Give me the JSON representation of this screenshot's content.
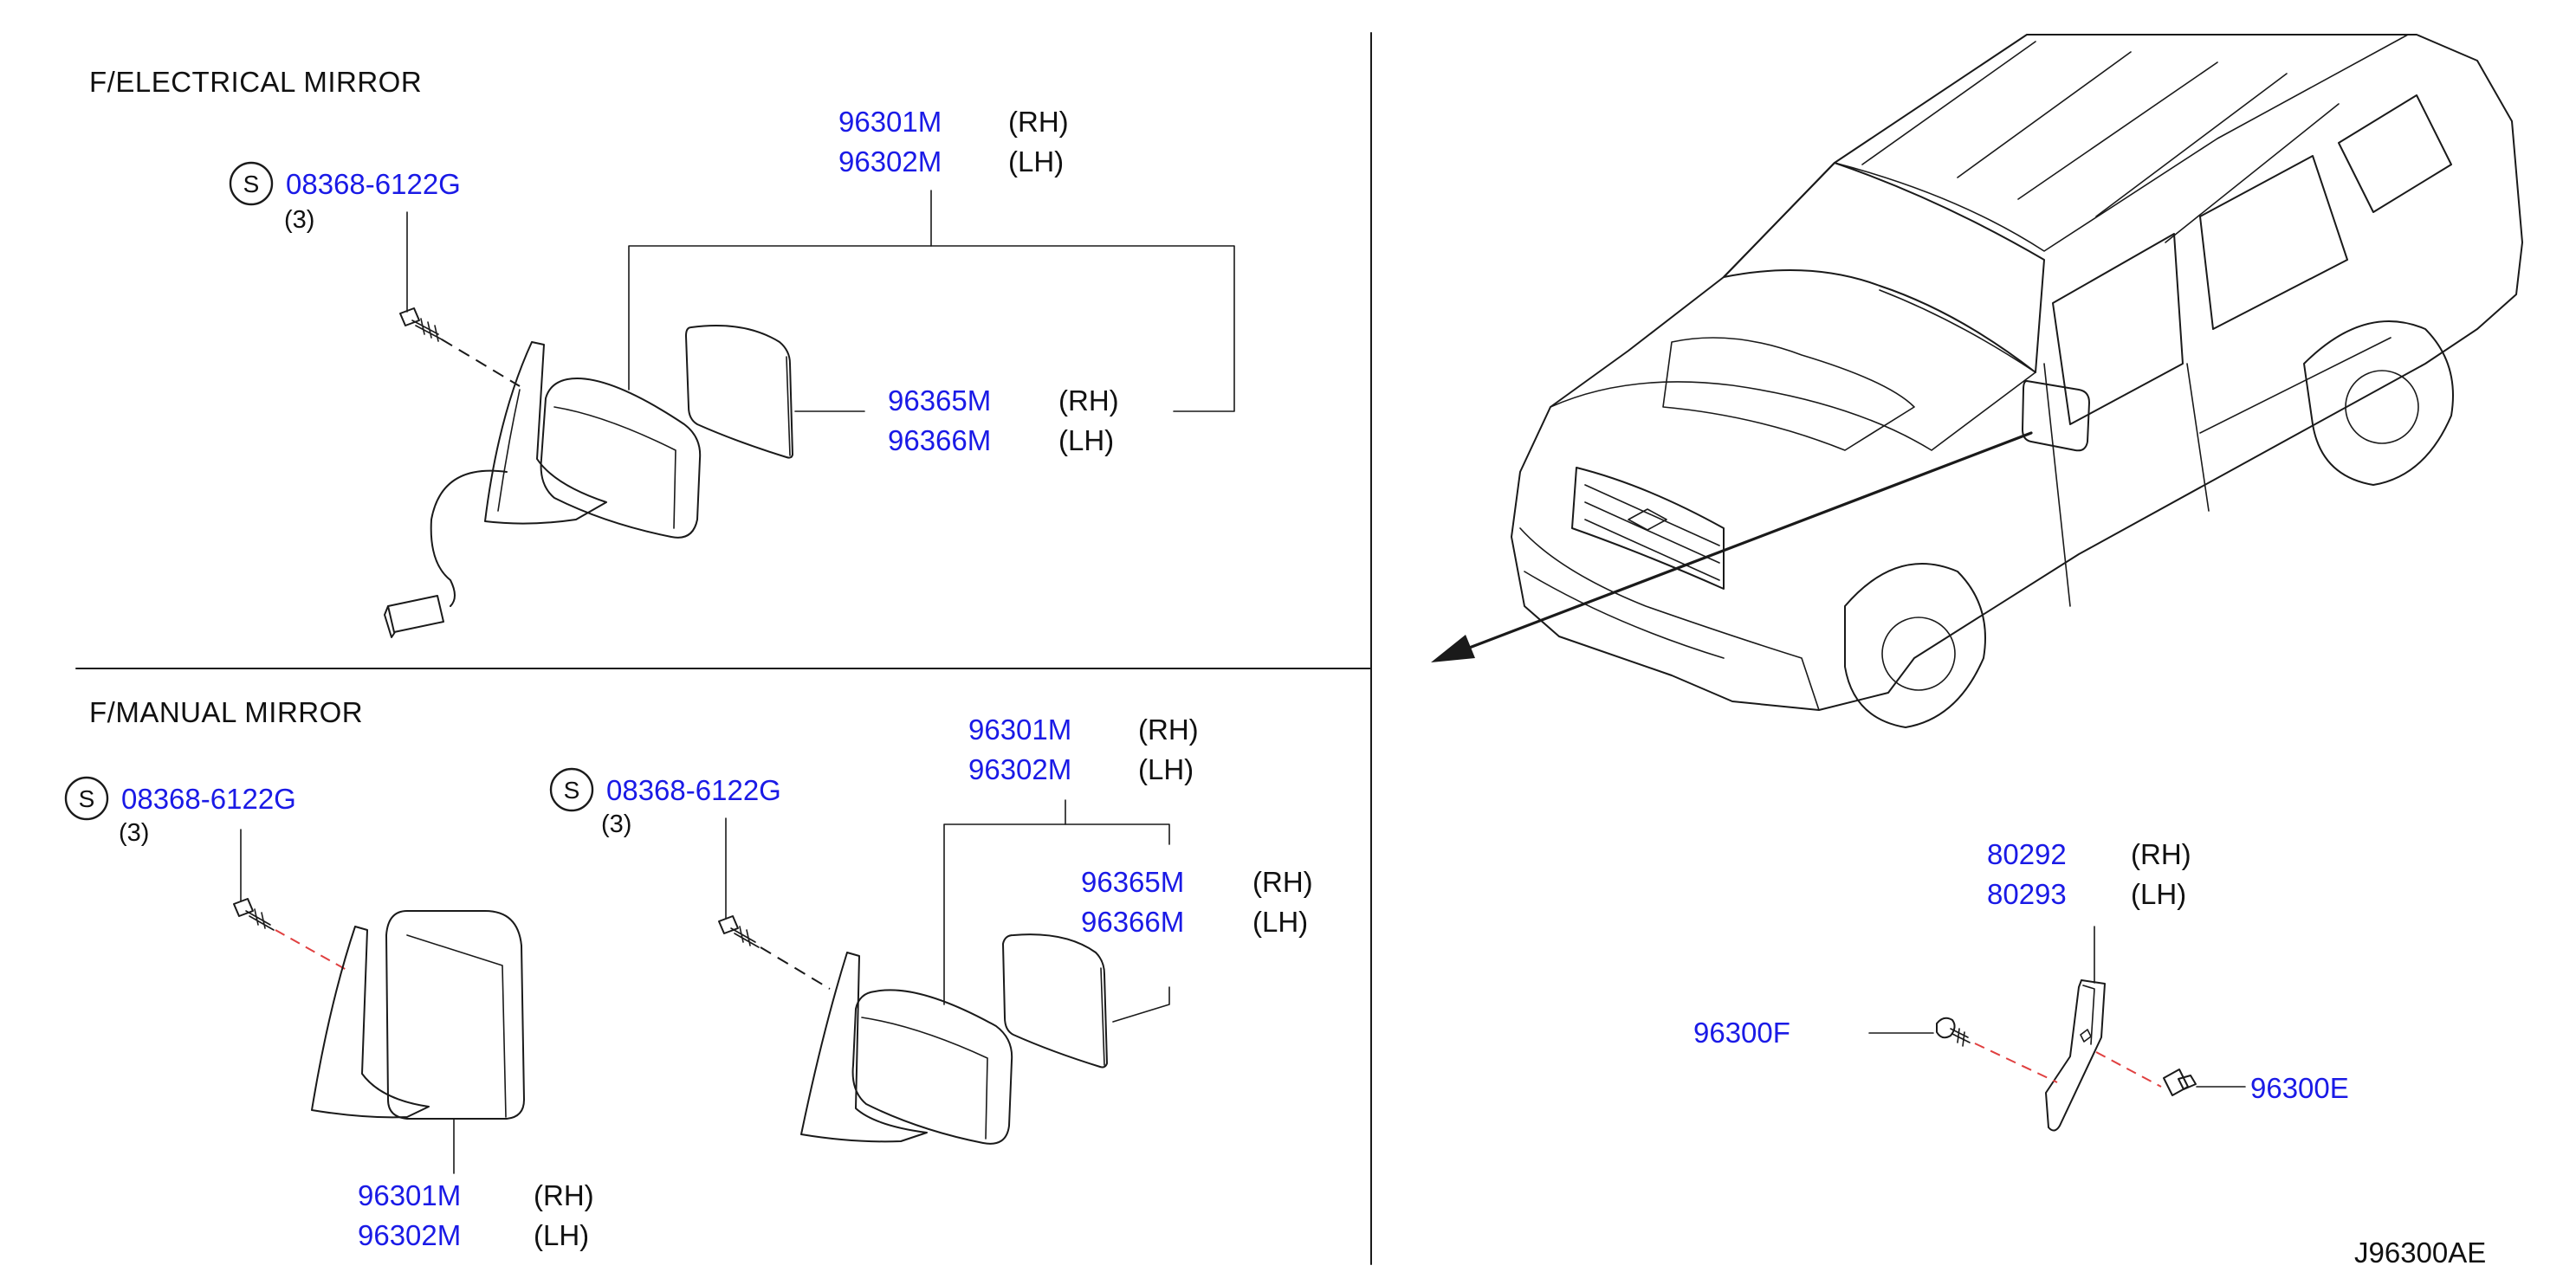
{
  "sections": {
    "electrical_heading": "F/ELECTRICAL  MIRROR",
    "manual_heading": "F/MANUAL  MIRROR"
  },
  "screw_symbol": "S",
  "callouts": {
    "elec_screw_part": "08368-6122G",
    "elec_screw_qty": "(3)",
    "elec_mirror_rh": "96301M",
    "elec_mirror_rh_side": "(RH)",
    "elec_mirror_lh": "96302M",
    "elec_mirror_lh_side": "(LH)",
    "elec_glass_rh": "96365M",
    "elec_glass_rh_side": "(RH)",
    "elec_glass_lh": "96366M",
    "elec_glass_lh_side": "(LH)",
    "man1_screw_part": "08368-6122G",
    "man1_screw_qty": "(3)",
    "man1_mirror_rh": "96301M",
    "man1_mirror_rh_side": "(RH)",
    "man1_mirror_lh": "96302M",
    "man1_mirror_lh_side": "(LH)",
    "man2_screw_part": "08368-6122G",
    "man2_screw_qty": "(3)",
    "man2_mirror_rh": "96301M",
    "man2_mirror_rh_side": "(RH)",
    "man2_mirror_lh": "96302M",
    "man2_mirror_lh_side": "(LH)",
    "man2_glass_rh": "96365M",
    "man2_glass_rh_side": "(RH)",
    "man2_glass_lh": "96366M",
    "man2_glass_lh_side": "(LH)",
    "bracket_rh": "80292",
    "bracket_rh_side": "(RH)",
    "bracket_lh": "80293",
    "bracket_lh_side": "(LH)",
    "clip_screw": "96300F",
    "clip_grommet": "96300E"
  },
  "diagram_code": "J96300AE",
  "colors": {
    "part_number": "#1a1ae6",
    "text": "#111111",
    "line": "#1a1a1a",
    "leader_dash": "#e04040"
  }
}
